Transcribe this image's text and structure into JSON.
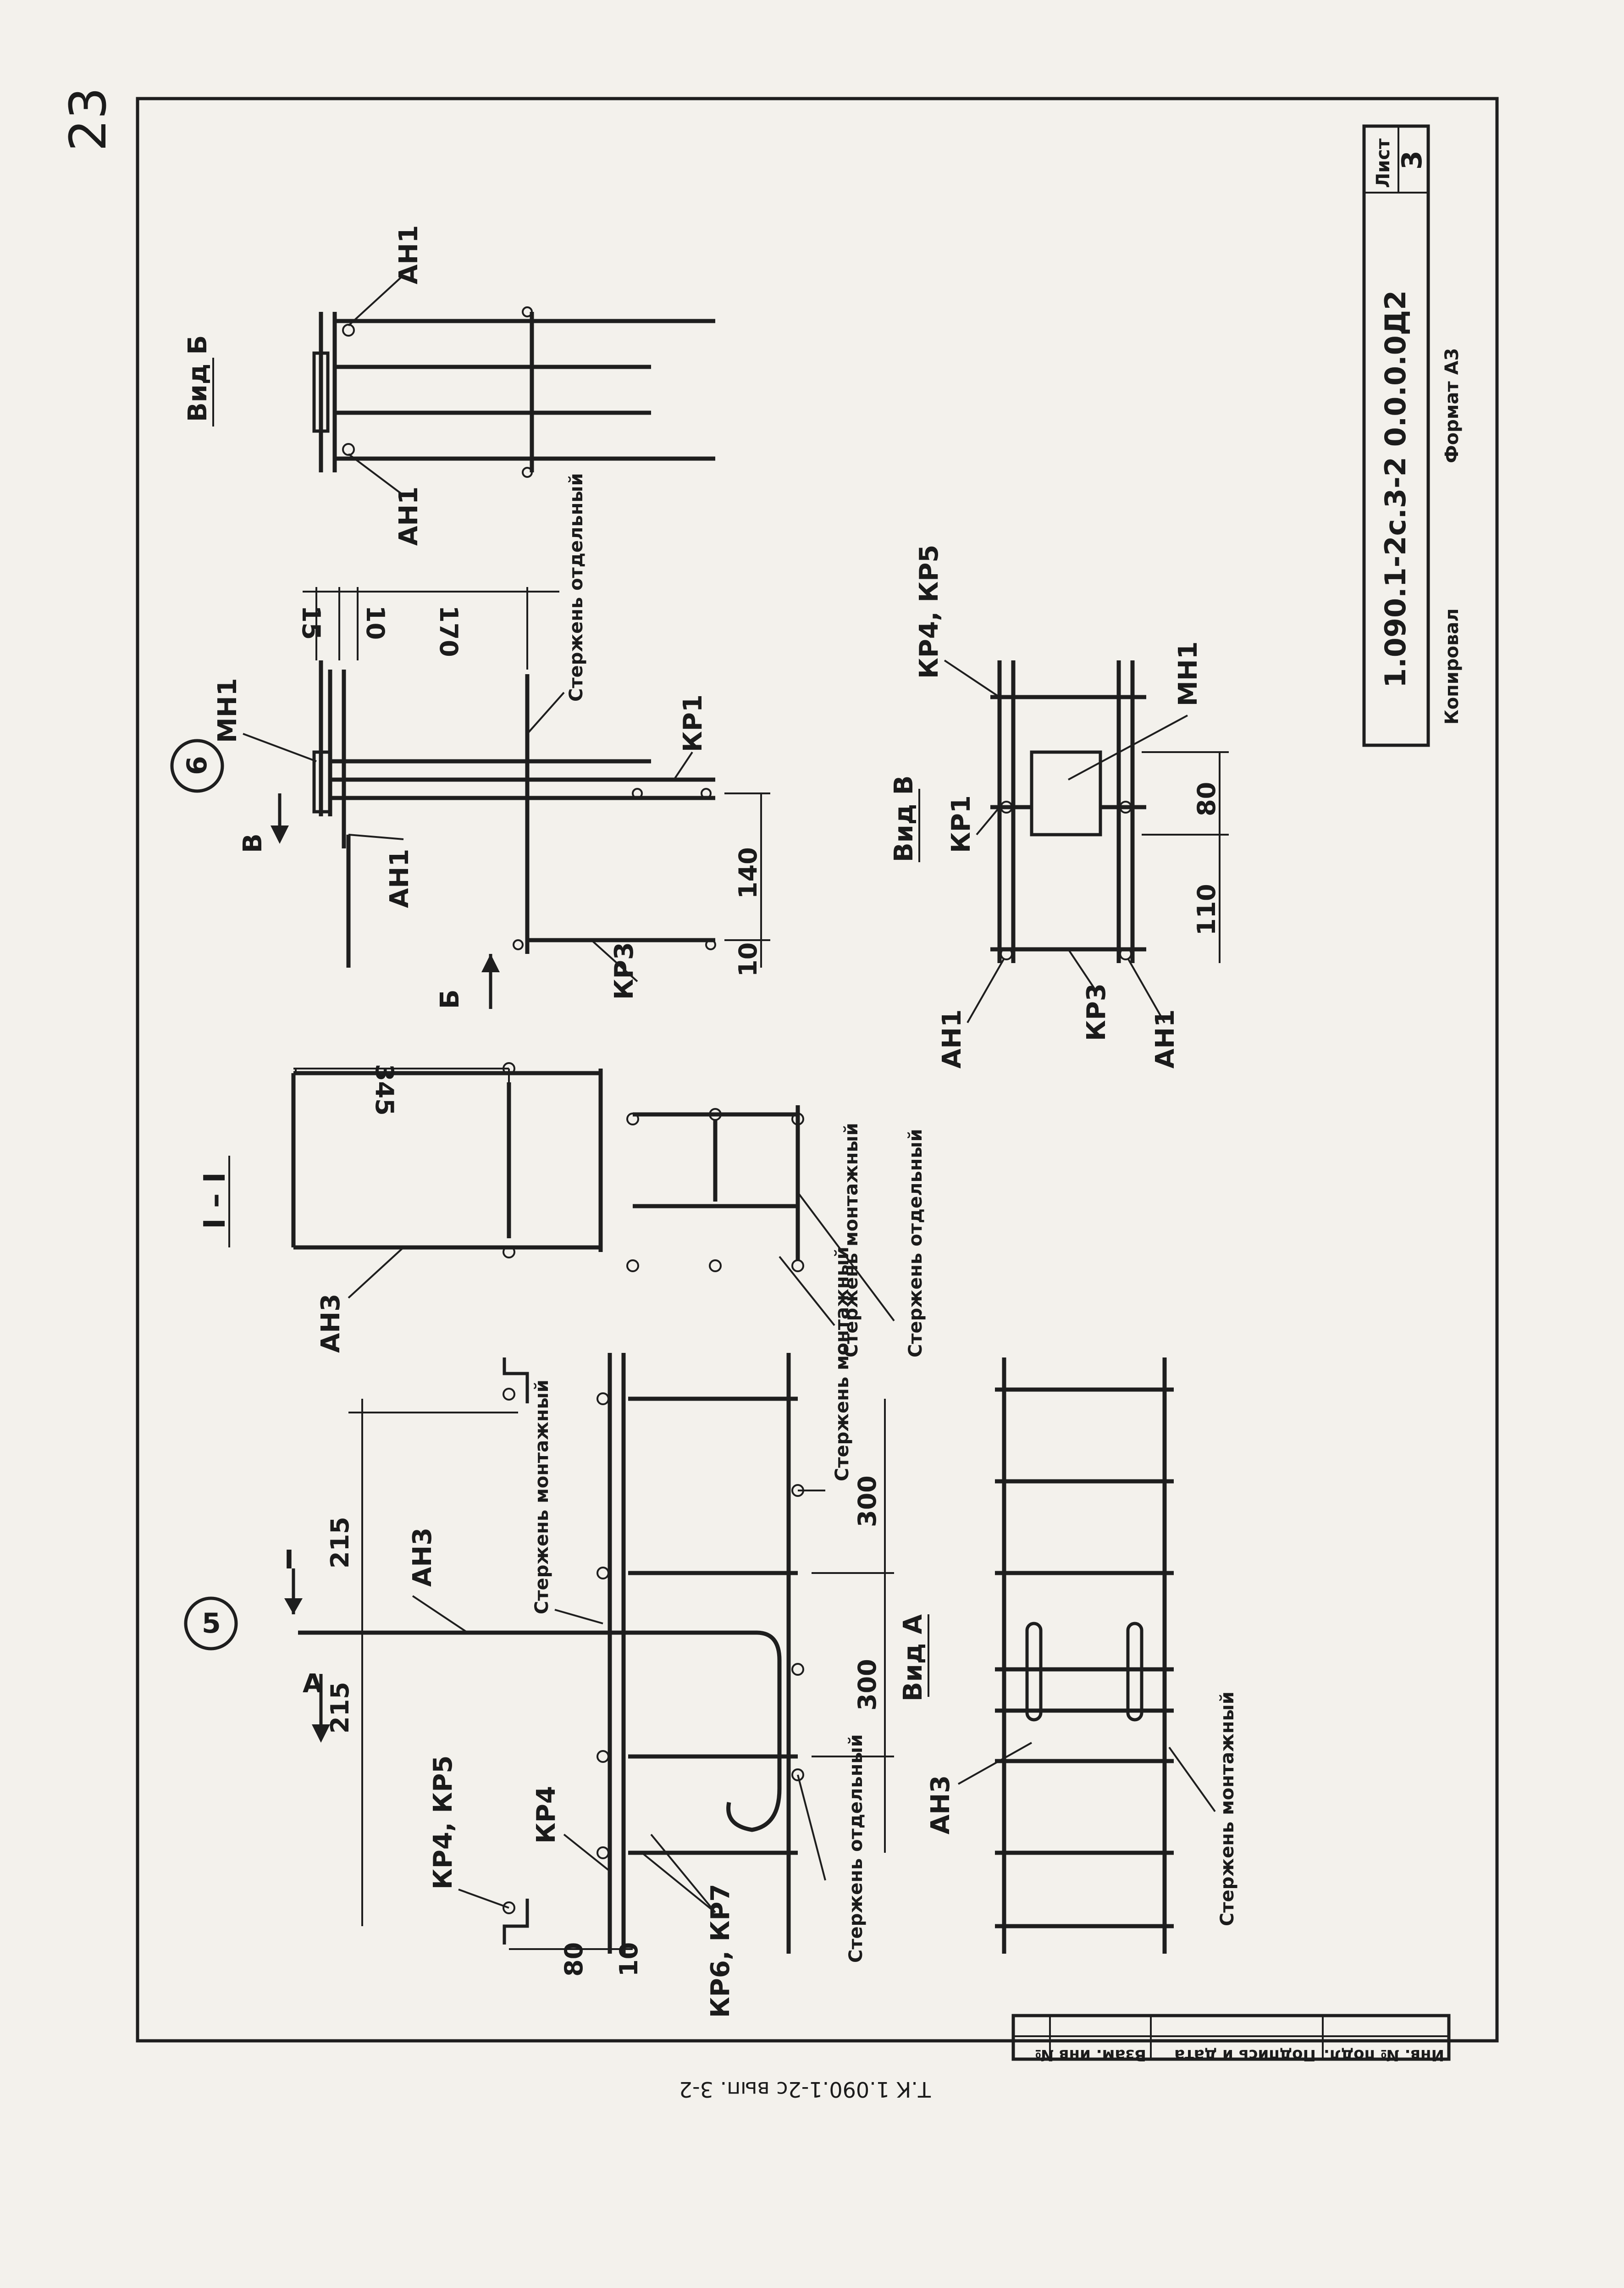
{
  "sheet_number_handwritten": "23",
  "title_block": {
    "sheet_label": "Лист",
    "sheet_number": "3",
    "code": "1.090.1-2с.3-2 0.0.0.0Д2",
    "copied_label": "Копировал",
    "format_label": "Формат А3"
  },
  "left_stamp": {
    "cells": [
      "Инв. № подл.",
      "Подпись и дата",
      "Взам. инв №"
    ],
    "series": "Т.К  1.090.1-2с  вып. 3-2"
  },
  "node5": {
    "number": "5",
    "section_marker": "I",
    "view_marker": "А",
    "labels": {
      "kr4_kr5": "КР4, КР5",
      "kr4": "КР4",
      "ah3": "АН3",
      "rod_mount_1": "Стержень монтажный",
      "rod_mount_2": "Стержень монтажный",
      "rod_separate": "Стержень отдельный",
      "kr6_kr7": "КР6, КР7"
    },
    "dims": {
      "d215a": "215",
      "d215b": "215",
      "d300a": "300",
      "d300b": "300",
      "d80": "80",
      "d10": "10"
    }
  },
  "section_I": {
    "title": "I – I",
    "labels": {
      "ah3": "АН3",
      "rod_mount": "Стержень монтажный",
      "rod_separate": "Стержень отдельный"
    },
    "dims": {
      "d345": "345"
    }
  },
  "view_A": {
    "title": "Вид А",
    "labels": {
      "ah3": "АН3",
      "rod_mount": "Стержень монтажный"
    }
  },
  "node6": {
    "number": "6",
    "view_marker_B": "Б",
    "view_marker_V": "В",
    "labels": {
      "mh1": "МН1",
      "ah1": "АН1",
      "kr1": "КР1",
      "kr3": "КР3",
      "rod_separate": "Стержень отдельный"
    },
    "dims": {
      "d15": "15",
      "d10a": "10",
      "d170": "170",
      "d140": "140",
      "d10b": "10"
    }
  },
  "view_B": {
    "title": "Вид Б",
    "labels": {
      "ah1_top": "АН1",
      "ah1_bottom": "АН1"
    }
  },
  "view_V": {
    "title": "Вид В",
    "labels": {
      "kr4_kr5": "КР4, КР5",
      "kr1": "КР1",
      "mh1": "МН1",
      "ah1_left": "АН1",
      "kr3": "КР3",
      "ah1_right": "АН1"
    },
    "dims": {
      "d80": "80",
      "d110": "110"
    }
  }
}
